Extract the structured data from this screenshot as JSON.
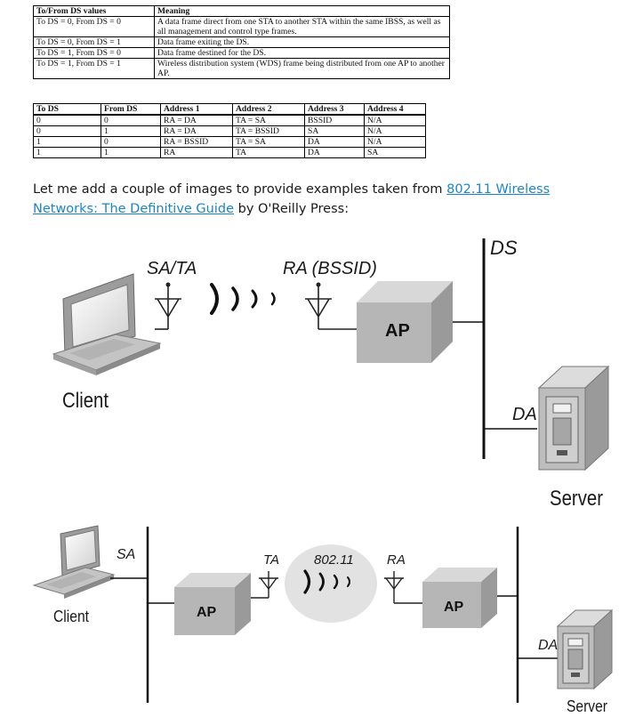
{
  "table1": {
    "headers": [
      "To/From DS values",
      "Meaning"
    ],
    "rows": [
      [
        "To DS = 0, From DS = 0",
        "A data frame direct from one STA to another STA within the same IBSS, as well as all management and control type frames."
      ],
      [
        "To DS = 0, From DS = 1",
        "Data frame exiting the DS."
      ],
      [
        "To DS = 1, From DS = 0",
        "Data frame destined for the DS."
      ],
      [
        "To DS = 1, From DS = 1",
        "Wireless distribution system (WDS) frame being distributed from one AP to another AP."
      ]
    ]
  },
  "table2": {
    "headers": [
      "To DS",
      "From DS",
      "Address 1",
      "Address 2",
      "Address 3",
      "Address 4"
    ],
    "rows": [
      [
        "0",
        "0",
        "RA = DA",
        "TA = SA",
        "BSSID",
        "N/A"
      ],
      [
        "0",
        "1",
        "RA = DA",
        "TA = BSSID",
        "SA",
        "N/A"
      ],
      [
        "1",
        "0",
        "RA = BSSID",
        "TA = SA",
        "DA",
        "N/A"
      ],
      [
        "1",
        "1",
        "RA",
        "TA",
        "DA",
        "SA"
      ]
    ]
  },
  "paragraph": {
    "prefix": "Let me add a couple of images to provide examples taken from ",
    "link_text": "802.11 Wireless Networks: The Definitive Guide",
    "suffix": " by O'Reilly Press:"
  },
  "diagram1": {
    "label_sa_ta": "SA/TA",
    "label_ra_bssid": "RA (BSSID)",
    "label_ds": "DS",
    "label_ap": "AP",
    "label_client": "Client",
    "label_da": "DA",
    "label_server": "Server"
  },
  "diagram2": {
    "label_sa": "SA",
    "label_ta": "TA",
    "label_80211": "802.11",
    "label_ra": "RA",
    "label_ap_left": "AP",
    "label_ap_right": "AP",
    "label_client": "Client",
    "label_da": "DA",
    "label_server": "Server"
  },
  "colors": {
    "link": "#1a86c8",
    "box_front": "#b5b5b5",
    "box_top": "#d6d6d6",
    "box_side": "#9a9a9a",
    "ellipse": "#e2e2e2"
  }
}
